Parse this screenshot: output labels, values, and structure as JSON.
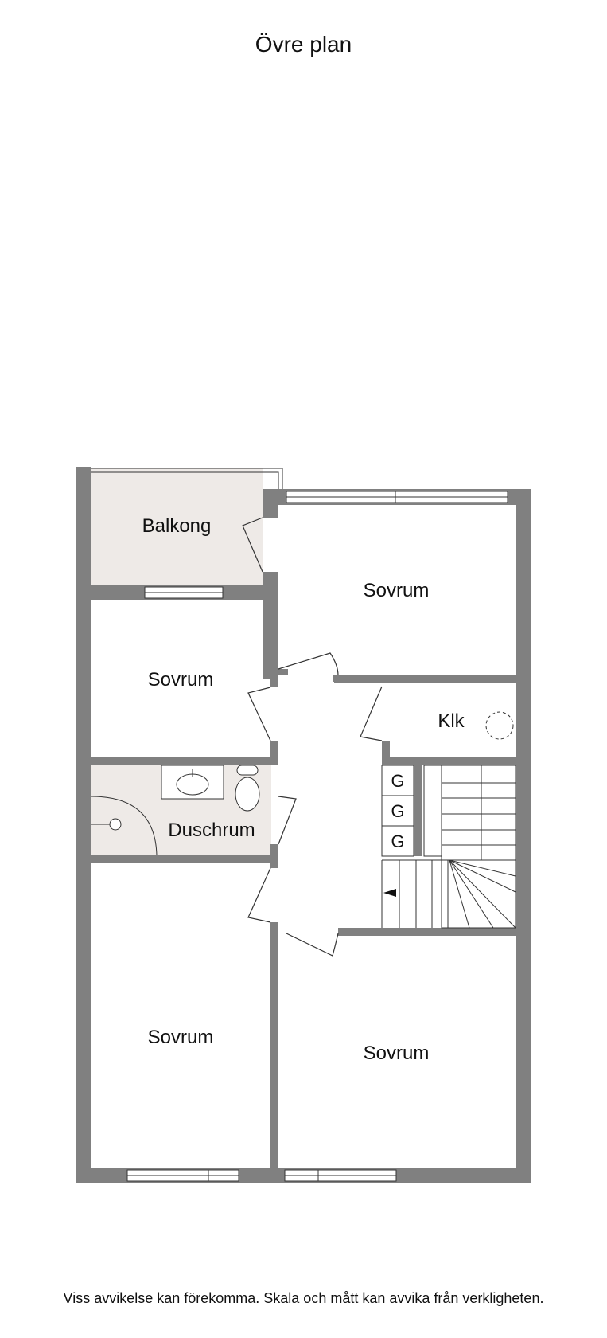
{
  "title": "Övre plan",
  "disclaimer": "Viss avvikelse kan förekomma. Skala och mått kan avvika från verkligheten.",
  "rooms": {
    "balkong": "Balkong",
    "sovrum_top_right": "Sovrum",
    "sovrum_mid_left": "Sovrum",
    "klk": "Klk",
    "duschrum": "Duschrum",
    "sovrum_bottom_left": "Sovrum",
    "sovrum_bottom_right": "Sovrum"
  },
  "appliances": [
    "G",
    "G",
    "G"
  ],
  "colors": {
    "wall": "#808080",
    "wet_floor": "#eeeae7",
    "line": "#222222"
  }
}
